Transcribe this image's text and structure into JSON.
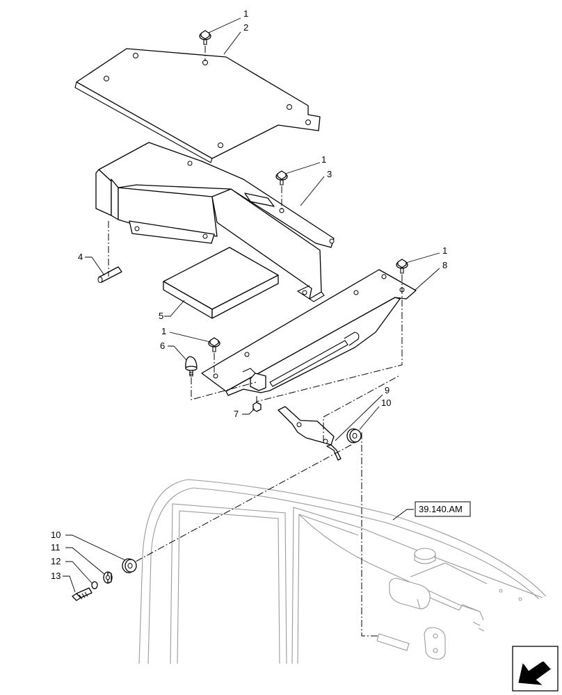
{
  "callouts": {
    "c1a": "1",
    "c2": "2",
    "c1b": "1",
    "c3": "3",
    "c4": "4",
    "c5": "5",
    "c1c": "1",
    "c8": "8",
    "c1d": "1",
    "c6": "6",
    "c7": "7",
    "c9": "9",
    "c10a": "10",
    "c10b": "10",
    "c11": "11",
    "c12": "12",
    "c13": "13"
  },
  "reference": {
    "label": "39.140.AM"
  },
  "icons": {
    "navigation": "arrow-icon"
  }
}
